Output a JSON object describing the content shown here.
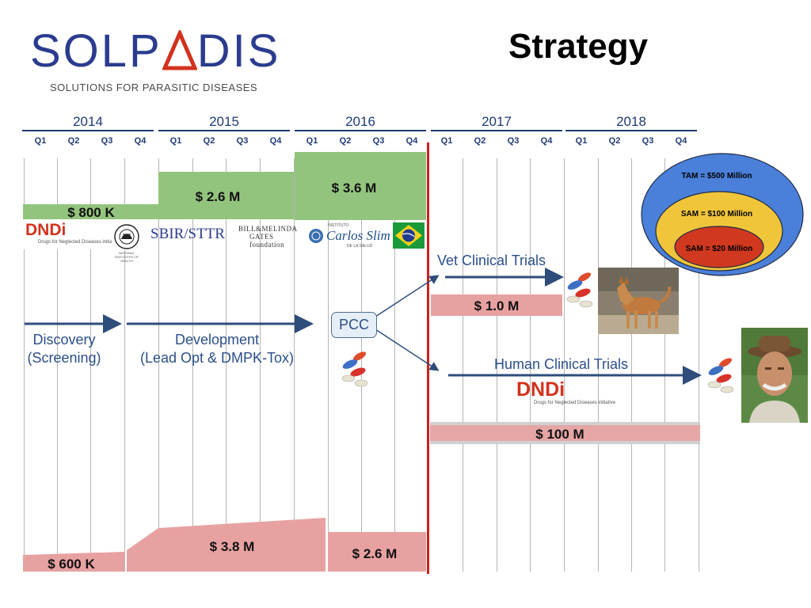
{
  "header": {
    "logo": "SOLPΔDIS",
    "logo_left": "SOLP",
    "logo_right": "DIS",
    "tagline": "SOLUTIONS FOR PARASITIC DISEASES",
    "title": "Strategy"
  },
  "timeline": {
    "years": [
      "2014",
      "2015",
      "2016",
      "2017",
      "2018"
    ],
    "quarters": [
      "Q1",
      "Q2",
      "Q3",
      "Q4"
    ]
  },
  "funding_top": [
    {
      "label": "$ 800 K"
    },
    {
      "label": "$ 2.6 M"
    },
    {
      "label": "$ 3.6 M"
    }
  ],
  "sponsors": {
    "dndi_left": "DNDi",
    "dndi_sub": "Drugs for Neglected Diseases initiative",
    "nih": "NATIONAL INSTITUTES OF HEALTH",
    "sbir": "SBIR/STTR",
    "gates_line1": "BILL&MELINDA",
    "gates_line2": "GATES foundation",
    "carlos_small": "INSTITUTO",
    "carlos": "Carlos Slim",
    "carlos_sub": "DE LA SALUD"
  },
  "phases": {
    "discovery": [
      "Discovery",
      "(Screening)"
    ],
    "development": [
      "Development",
      "(Lead Opt & DMPK-Tox)"
    ],
    "pcc": "PCC",
    "vet": "Vet Clinical Trials",
    "human": "Human Clinical Trials"
  },
  "funding_mid": [
    {
      "label": "$ 1.0 M"
    },
    {
      "label": "$ 100 M"
    }
  ],
  "funding_bottom": [
    {
      "label": "$ 600 K"
    },
    {
      "label": "$ 3.8 M"
    },
    {
      "label": "$ 2.6 M"
    }
  ],
  "dndi_center": {
    "name": "DNDi",
    "sub": "Drugs for Neglected Diseases initiative"
  },
  "market": {
    "tam": "TAM = $500 Million",
    "sam1": "SAM = $100 Million",
    "sam2": "SAM = $20 Million"
  },
  "colors": {
    "green": "#93c47d",
    "pink": "#e8a1a1",
    "grey_band": "#d0d0d0",
    "arrow": "#2e4d7b",
    "divider": "#cc1f1f",
    "tam": "#4a80d9",
    "sam1": "#f0c53a",
    "sam2": "#d0391f"
  },
  "icons": [
    "pill-icon",
    "dog-photo",
    "farmer-photo",
    "brazil-flag-icon",
    "nih-seal-icon"
  ]
}
